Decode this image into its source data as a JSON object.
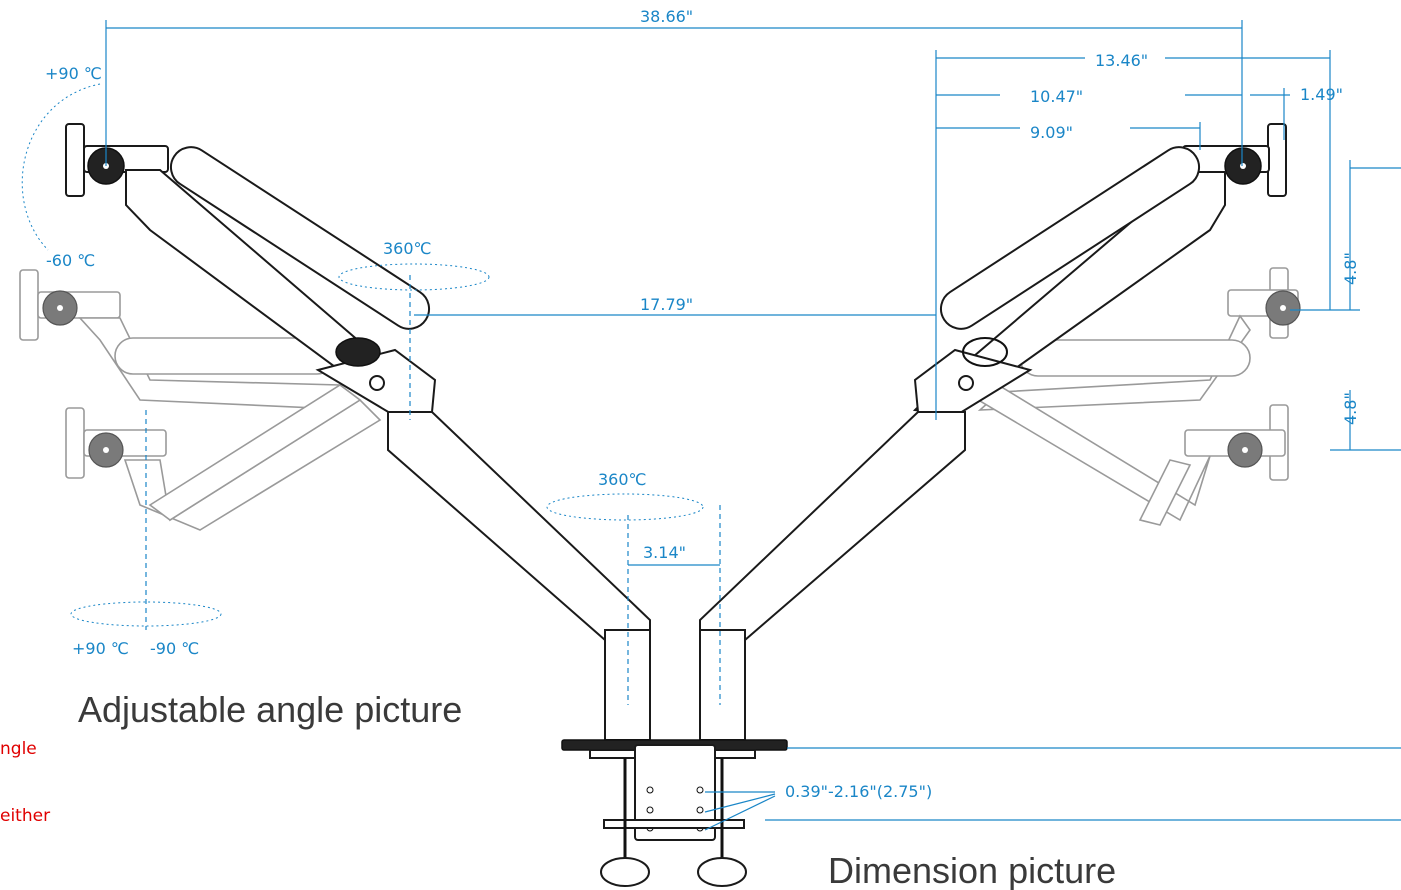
{
  "dimensions": {
    "overall_width": "38.66\"",
    "arm_reach": "13.46\"",
    "reach_mid": "10.47\"",
    "reach_short": "9.09\"",
    "offset_small": "1.49\"",
    "pole_spacing": "17.79\"",
    "base_spacing": "3.14\"",
    "height_step_1": "4.8\"",
    "height_step_2": "4.8\"",
    "clamp_range": "0.39\"-2.16\"(2.75\")"
  },
  "angles": {
    "tilt_up": "+90 ℃",
    "tilt_down": "-60 ℃",
    "rotate_top": "360℃",
    "rotate_base": "360℃",
    "swivel_left": "+90 ℃",
    "swivel_right": "-90  ℃"
  },
  "captions": {
    "left": "Adjustable angle picture",
    "right": "Dimension picture"
  },
  "cropped_text": {
    "line1": "ngle",
    "line2": "either"
  },
  "colors": {
    "dimension": "#1a86c7",
    "outline": "#1a1a1a",
    "ghost": "#9a9a9a",
    "caption": "#3a3a3a",
    "cropped": "#e00000"
  }
}
